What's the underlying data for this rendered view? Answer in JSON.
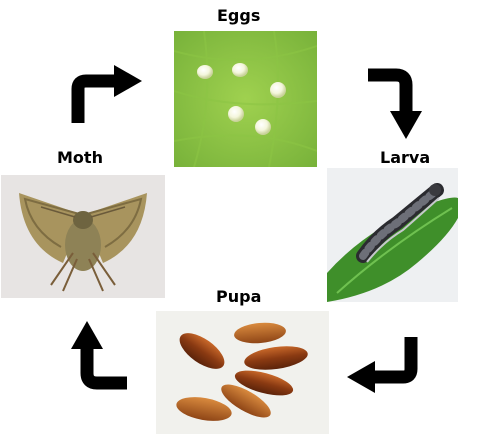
{
  "diagram": {
    "stages": {
      "eggs": {
        "label": "Eggs",
        "icon": "eggs-photo"
      },
      "larva": {
        "label": "Larva",
        "icon": "larva-photo"
      },
      "pupa": {
        "label": "Pupa",
        "icon": "pupa-photo"
      },
      "moth": {
        "label": "Moth",
        "icon": "moth-photo"
      }
    },
    "arrows": [
      "moth-to-eggs-arrow-icon",
      "eggs-to-larva-arrow-icon",
      "larva-to-pupa-arrow-icon",
      "pupa-to-moth-arrow-icon"
    ],
    "colors": {
      "arrow": "#000000",
      "leaf": "#8cc640",
      "background": "#ffffff"
    }
  }
}
